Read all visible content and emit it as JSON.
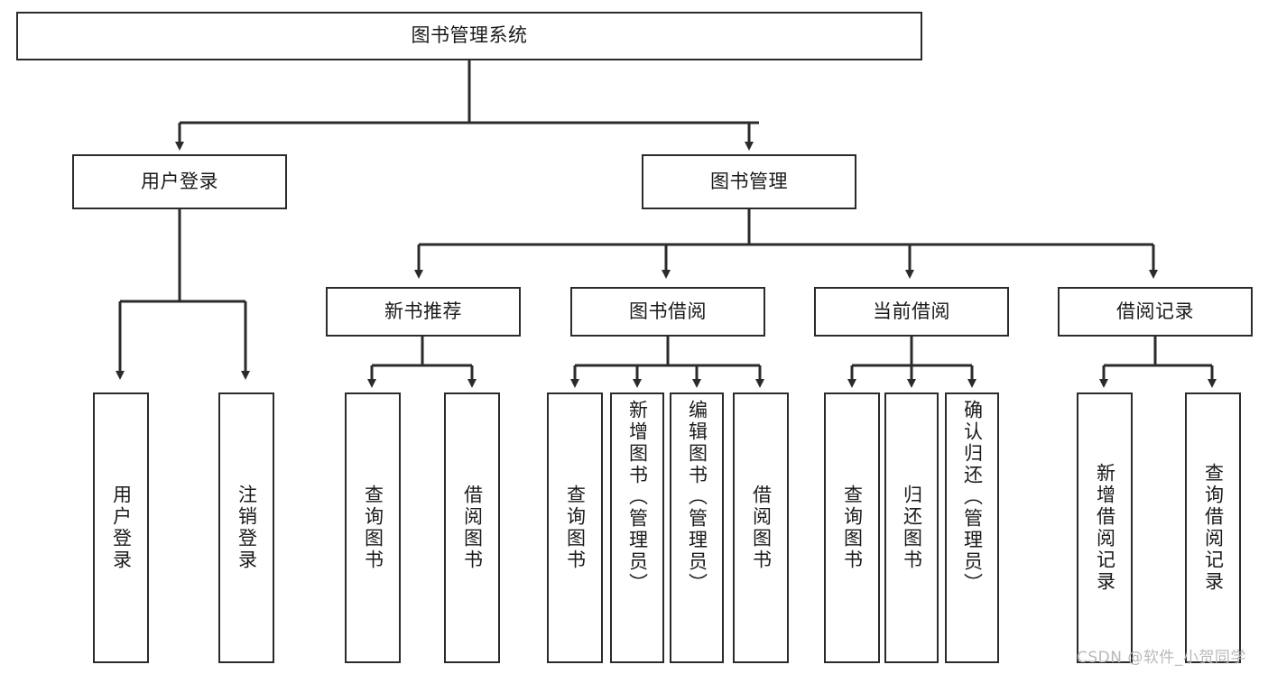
{
  "diagram": {
    "type": "tree-hierarchy-chart",
    "title": "图书管理系统",
    "watermark": "CSDN @软件_小贺同学",
    "colors": {
      "box_border": "#2b2b2b",
      "box_fill": "#ffffff",
      "connector": "#2b2b2b",
      "text": "#1a1a1a",
      "watermark": "#b9b9b9"
    },
    "nodes": {
      "root": {
        "label": "图书管理系统"
      },
      "level1": [
        {
          "label": "用户登录"
        },
        {
          "label": "图书管理"
        }
      ],
      "level2": [
        {
          "label": "新书推荐"
        },
        {
          "label": "图书借阅"
        },
        {
          "label": "当前借阅"
        },
        {
          "label": "借阅记录"
        }
      ],
      "leaves_user_login": [
        {
          "label": "用户登录"
        },
        {
          "label": "注销登录"
        }
      ],
      "leaves_new_book": [
        {
          "label": "查询图书"
        },
        {
          "label": "借阅图书"
        }
      ],
      "leaves_borrow": [
        {
          "label": "查询图书"
        },
        {
          "label": "新增图书（管理员）"
        },
        {
          "label": "编辑图书（管理员）"
        },
        {
          "label": "借阅图书"
        }
      ],
      "leaves_current": [
        {
          "label": "查询图书"
        },
        {
          "label": "归还图书"
        },
        {
          "label": "确认归还（管理员）"
        }
      ],
      "leaves_records": [
        {
          "label": "新增借阅记录"
        },
        {
          "label": "查询借阅记录"
        }
      ]
    }
  }
}
